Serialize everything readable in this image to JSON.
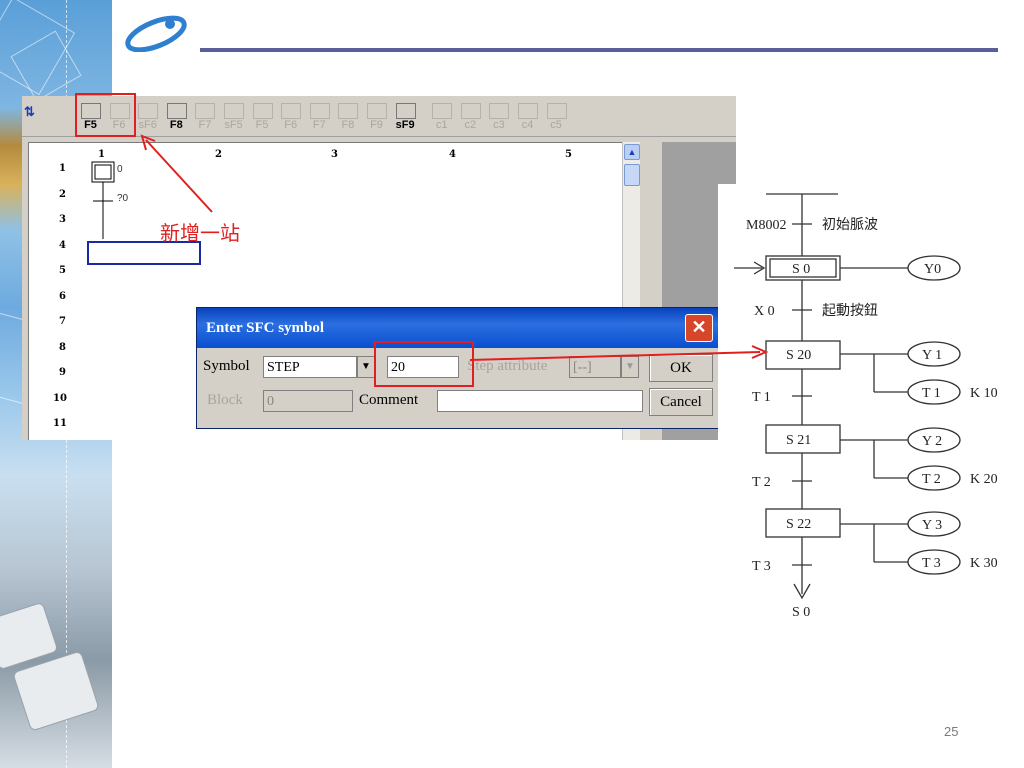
{
  "slide": {
    "page_number": "25"
  },
  "toolbar": {
    "buttons": [
      {
        "label": "F5",
        "enabled": true
      },
      {
        "label": "F6",
        "enabled": false
      },
      {
        "label": "sF6",
        "enabled": false
      },
      {
        "label": "F8",
        "enabled": true
      },
      {
        "label": "F7",
        "enabled": false
      },
      {
        "label": "sF5",
        "enabled": false
      },
      {
        "label": "F5",
        "enabled": false
      },
      {
        "label": "F6",
        "enabled": false
      },
      {
        "label": "F7",
        "enabled": false
      },
      {
        "label": "F8",
        "enabled": false
      },
      {
        "label": "F9",
        "enabled": false
      },
      {
        "label": "sF9",
        "enabled": true
      },
      {
        "label": "c1",
        "enabled": false
      },
      {
        "label": "c2",
        "enabled": false
      },
      {
        "label": "c3",
        "enabled": false
      },
      {
        "label": "c4",
        "enabled": false
      },
      {
        "label": "c5",
        "enabled": false
      }
    ]
  },
  "grid": {
    "columns": [
      "1",
      "2",
      "3",
      "4",
      "5"
    ],
    "rows": [
      "1",
      "2",
      "3",
      "4",
      "5",
      "6",
      "7",
      "8",
      "9",
      "10",
      "11"
    ],
    "step0_label": "0",
    "transition0_label": "?0"
  },
  "annotation": {
    "text": "新增一站"
  },
  "dialog": {
    "title": "Enter SFC symbol",
    "symbol_label": "Symbol",
    "symbol_value": "STEP",
    "number_value": "20",
    "step_attribute_label": "Step attribute",
    "step_attribute_value": "[--]",
    "block_label": "Block",
    "block_value": "0",
    "comment_label": "Comment",
    "comment_value": "",
    "ok_label": "OK",
    "cancel_label": "Cancel",
    "close_glyph": "✕"
  },
  "sfc_diagram": {
    "initial_condition": "M8002",
    "initial_condition_desc": "初始脈波",
    "steps": [
      {
        "name": "S 0",
        "output": "Y0"
      },
      {
        "name": "S 20",
        "output": "Y 1",
        "timer": "T 1",
        "timer_k": "K 10"
      },
      {
        "name": "S 21",
        "output": "Y 2",
        "timer": "T 2",
        "timer_k": "K 20"
      },
      {
        "name": "S 22",
        "output": "Y 3",
        "timer": "T 3",
        "timer_k": "K 30"
      }
    ],
    "transitions": [
      "X 0",
      "T 1",
      "T 2",
      "T 3"
    ],
    "x0_desc": "起動按鈕",
    "jump_target": "S 0"
  },
  "colors": {
    "accent_red": "#e02020",
    "title_bar_blue": "#0a4fd0",
    "header_rule": "#5a5f9a"
  }
}
